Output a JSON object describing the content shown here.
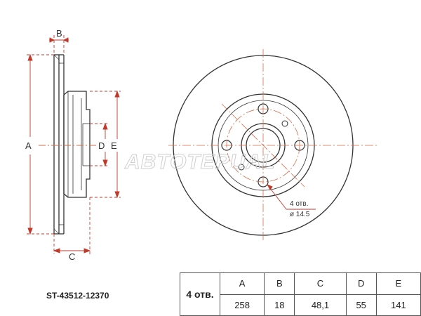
{
  "labels": {
    "a": "A",
    "b": "B",
    "c": "C",
    "d": "D",
    "e": "E",
    "holes_callout": "4 отв.",
    "hole_diameter": "ø 14.5"
  },
  "watermark": "ABTOTEPUAL",
  "part_number": "ST-43512-12370",
  "specs": {
    "holes": "4 отв.",
    "headers": [
      "A",
      "B",
      "C",
      "D",
      "E"
    ],
    "values": [
      "258",
      "18",
      "48,1",
      "55",
      "141"
    ]
  },
  "colors": {
    "outline": "#333333",
    "dimension": "#c0392b",
    "centerline": "#d36b4a"
  }
}
